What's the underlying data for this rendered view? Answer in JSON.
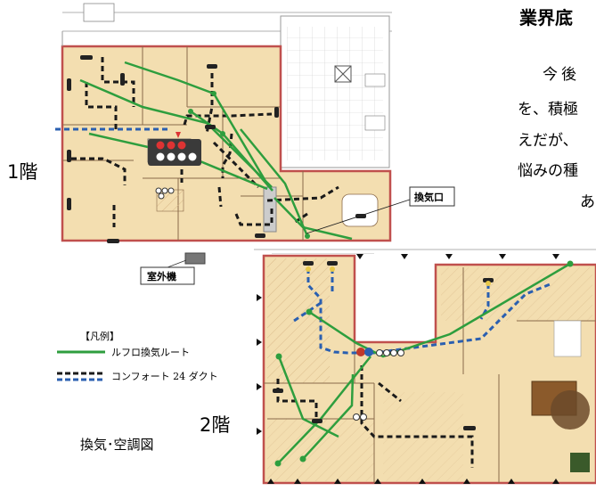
{
  "floor_labels": {
    "floor1": "1階",
    "floor2": "2階"
  },
  "callouts": {
    "exhaust_port": "換気口",
    "outdoor_unit": "室外機"
  },
  "legend": {
    "title": "【凡例】",
    "items": [
      {
        "label": "ルフロ換気ルート",
        "color": "#2e9e3e"
      },
      {
        "label": "コンフォート 24 ダクト",
        "color": "#1a1a1a",
        "accent": "#2a5fb0"
      }
    ]
  },
  "figure_title": "換気･空調図",
  "article": {
    "heading": "業界底",
    "lines": [
      "今後",
      "を、積極",
      "えだが、",
      "悩みの種",
      "あ"
    ]
  },
  "colors": {
    "floor_fill": "#f3deb0",
    "wall": "#c0504d",
    "ventilation_route": "#2e9e3e",
    "duct_black": "#1a1a1a",
    "duct_blue": "#2a5fb0"
  }
}
